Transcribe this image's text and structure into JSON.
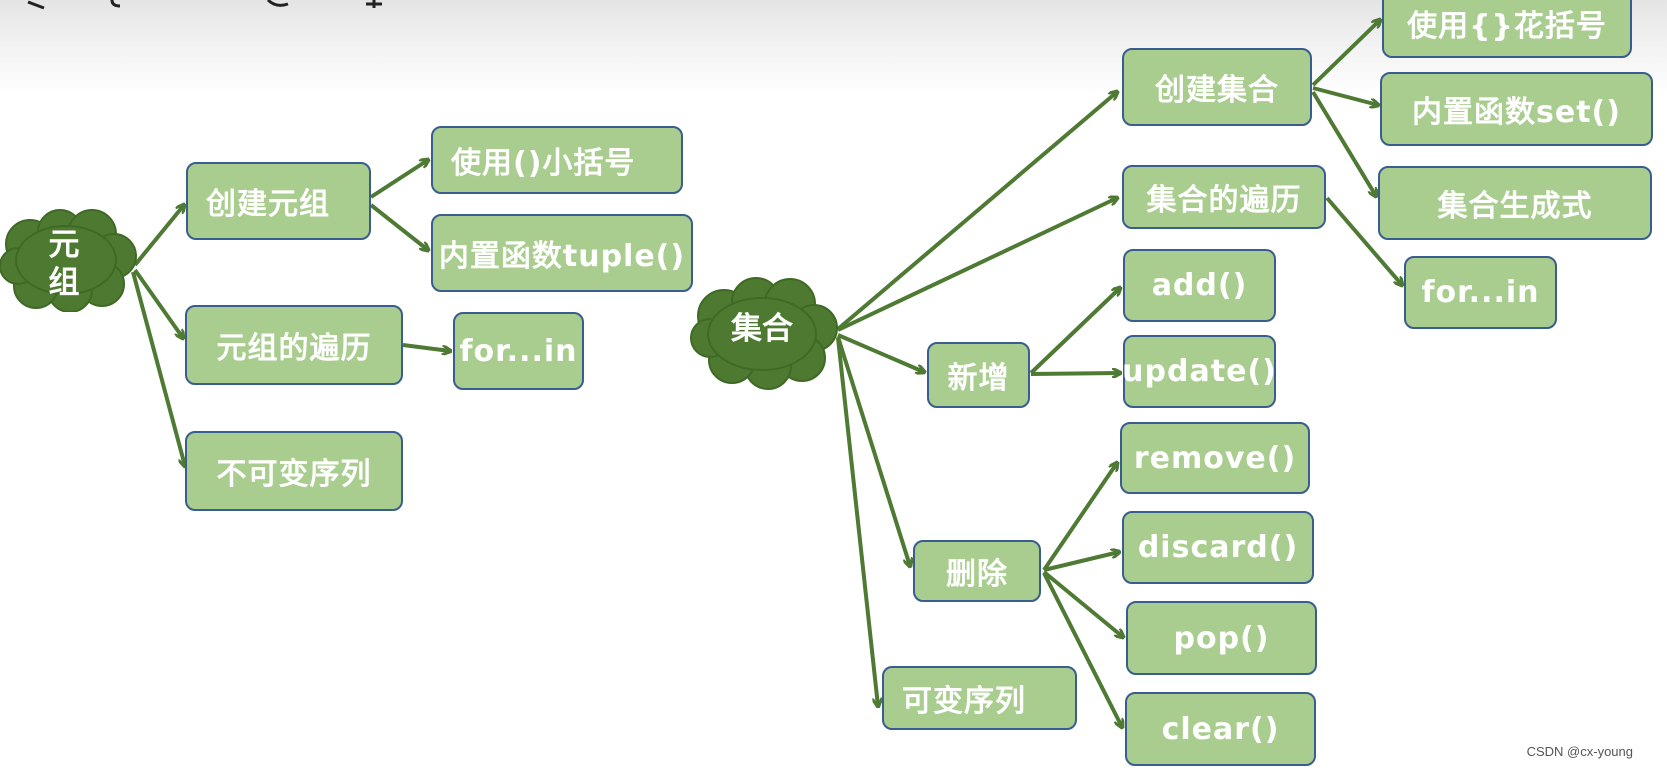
{
  "colors": {
    "node_fill": "#a9cd8e",
    "node_border": "#3a5d90",
    "arrow": "#4e7a33",
    "cloud": "#4d7a30",
    "text": "#ffffff"
  },
  "tuple": {
    "root": [
      "元",
      "组"
    ],
    "create": "创建元组",
    "create_paren": "使用()小括号",
    "create_builtin": "内置函数tuple()",
    "traverse": "元组的遍历",
    "traverse_forin": "for...in",
    "immutable": "不可变序列"
  },
  "set": {
    "root": "集合",
    "create": "创建集合",
    "create_brace": "使用{}花括号",
    "create_builtin": "内置函数set()",
    "create_comprehension": "集合生成式",
    "traverse": "集合的遍历",
    "traverse_forin": "for...in",
    "add": "新增",
    "add_method": "add()",
    "update_method": "update()",
    "delete": "删除",
    "remove_method": "remove()",
    "discard_method": "discard()",
    "pop_method": "pop()",
    "clear_method": "clear()",
    "mutable": "可变序列"
  },
  "watermark": "CSDN @cx-young"
}
